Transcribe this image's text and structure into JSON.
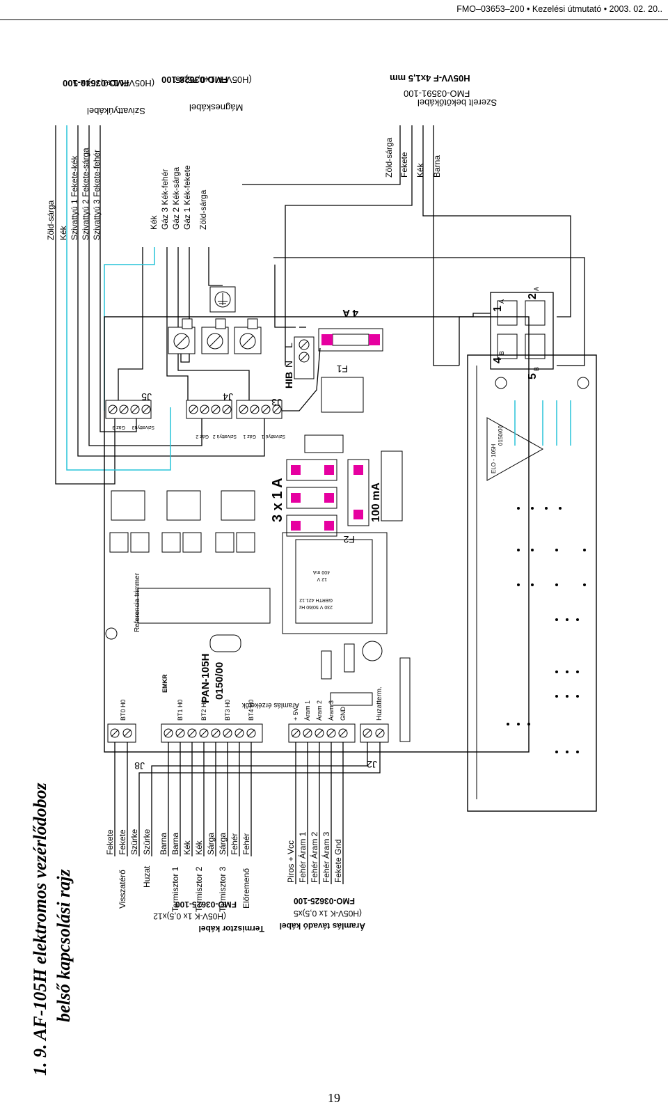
{
  "header": "FMO–03653–200 • Kezelési útmutató • 2003. 02. 20..",
  "page_number": "19",
  "title": {
    "line1": "1. 9. AF-105H elektromos vezérlődoboz",
    "line2": "belső kapcsolási rajz"
  },
  "top_cables": {
    "pump": {
      "title": "Szivattyúkábel",
      "spec": "(H05V-K  1x0,75) x 5",
      "code": "FMO-03640-100",
      "wires": [
        "Zöld-sárga",
        "Kék",
        "Szivattyú 1 Fekete-kék",
        "Szivattyú 2 Fekete-sárga",
        "Szivattyú 3 Fekete-fehér"
      ]
    },
    "solenoid": {
      "title": "Mágneskábel",
      "spec": "(H05V-K  1x0,75)x5",
      "code": "FMO-03628-100",
      "wires": [
        "Kék",
        "Gáz 3 Kék-fehér",
        "Gáz 2 Kék-sárga",
        "Gáz 1 Kék-fekete",
        "Zöld-sárga"
      ]
    },
    "mains": {
      "title": "Szerelt bekötőkábel",
      "code": "FMO-03591-100",
      "spec": "H05VV-F  4x1,5 mm",
      "wires": [
        "Zöld-sárga",
        "Fekete",
        "Kék",
        "Barna"
      ]
    }
  },
  "bottom_cables": {
    "thermistor": {
      "title": "Termisztor kábel",
      "spec": "(H05V-K  1x 0,5)x12",
      "code": "FMO-03625-100",
      "groups": [
        "Visszatérő",
        "Huzat",
        "Termisztor 1",
        "Termisztor 2",
        "Termisztor 3",
        "Előremenő"
      ],
      "wires": [
        "Fekete",
        "Fekete",
        "Szürke",
        "Szürke",
        "Barna",
        "Barna",
        "Kék",
        "Kék",
        "Sárga",
        "Sárga",
        "Fehér",
        "Fehér"
      ]
    },
    "current": {
      "title": "Áramlás távadó kábel",
      "spec": "(H05V-K  1x 0,5)x5",
      "code": "FMO-03625-100",
      "wires": [
        "Piros  + Vcc",
        "Fehér Áram 1",
        "Fehér Áram 2",
        "Fehér Áram 3",
        "Fekete Gnd"
      ]
    }
  },
  "board": {
    "connectors": [
      "J5",
      "J4",
      "J3",
      "J8",
      "J2"
    ],
    "hib": "HIB",
    "terminals_nl": [
      "N",
      "L"
    ],
    "top_pins": [
      "Gáz 3",
      "Szivattyú3",
      "Gáz 2",
      "Szivattyú 2",
      "Gáz 1",
      "Szivattyú 1"
    ],
    "bottom_pins_j8": [
      "BT0 H0",
      "BT1 H0",
      "BT2 H0",
      "BT3 H0",
      "BT4 H0"
    ],
    "bottom_pins_j2": [
      "+ 5V",
      "Áram 1",
      "Áram 2",
      "Áram 3",
      "GND"
    ],
    "huzatterm": "Huzatterm.",
    "aramlas": "Áramlás érzékelők",
    "referencia": "Referencia trimmer",
    "fuse_f1": "F1",
    "fuse_f1_rating": "4 A",
    "fuse_f2": "F2",
    "fuse_f2_rating": "100 mA",
    "fuses_3x": "3 x 1 A",
    "model": "PAN-105H",
    "model_code": "0150/00",
    "brand": "EMKR",
    "transformer": [
      "230 V 50/60 Hz",
      "GERTH 421.12",
      "12 V",
      "400 mA"
    ],
    "display_code": "ELO - 105H",
    "display_code2": "0150/00"
  },
  "relay_labels": [
    "1",
    "A",
    "2",
    "A",
    "4",
    "B",
    "5",
    "B"
  ]
}
